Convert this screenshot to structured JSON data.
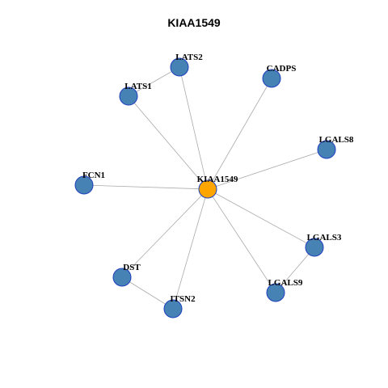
{
  "title": "KIAA1549",
  "colors": {
    "hub": "#FFA500",
    "node": "#4682B4",
    "node_border": "#1F3FBF",
    "edge": "#AAAAAA"
  },
  "nodes": [
    {
      "id": "KIAA1549",
      "label": "KIAA1549",
      "hub": true
    },
    {
      "id": "LATS2",
      "label": "LATS2"
    },
    {
      "id": "LATS1",
      "label": "LATS1"
    },
    {
      "id": "CADPS",
      "label": "CADPS"
    },
    {
      "id": "LGALS8",
      "label": "LGALS8"
    },
    {
      "id": "FCN1",
      "label": "FCN1"
    },
    {
      "id": "LGALS3",
      "label": "LGALS3"
    },
    {
      "id": "LGALS9",
      "label": "LGALS9"
    },
    {
      "id": "DST",
      "label": "DST"
    },
    {
      "id": "ITSN2",
      "label": "ITSN2"
    }
  ],
  "edges": [
    [
      "KIAA1549",
      "LATS2"
    ],
    [
      "KIAA1549",
      "LATS1"
    ],
    [
      "LATS1",
      "LATS2"
    ],
    [
      "KIAA1549",
      "CADPS"
    ],
    [
      "KIAA1549",
      "LGALS8"
    ],
    [
      "KIAA1549",
      "FCN1"
    ],
    [
      "KIAA1549",
      "LGALS3"
    ],
    [
      "KIAA1549",
      "LGALS9"
    ],
    [
      "LGALS3",
      "LGALS9"
    ],
    [
      "KIAA1549",
      "DST"
    ],
    [
      "KIAA1549",
      "ITSN2"
    ],
    [
      "DST",
      "ITSN2"
    ]
  ]
}
